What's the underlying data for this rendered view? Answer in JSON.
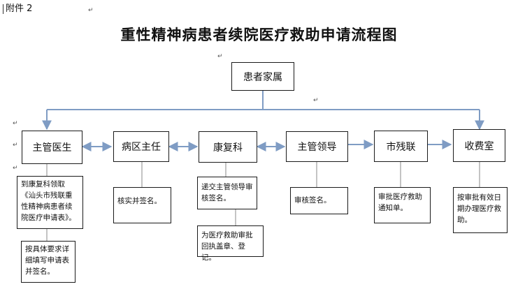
{
  "attachment_label": "附件 2",
  "title": "重性精神病患者续院医疗救助申请流程图",
  "nodes": {
    "family": "患者家属",
    "doctor": "主管医生",
    "ward_director": "病区主任",
    "rehab": "康复科",
    "leader": "主管领导",
    "disabled_fed": "市残联",
    "billing": "收费室"
  },
  "notes": {
    "doctor_1": "到康复科领取《汕头市残联重性精神病患者续院医疗申请表》。",
    "doctor_2": "按具体要求详细填写申请表并签名。",
    "ward_director": "核实并签名。",
    "rehab_1": "递交主管领导审核签名。",
    "rehab_2": "为医疗救助审批回执盖章、登记。",
    "leader": "审核签名。",
    "disabled_fed": "审批医疗救助通知单。",
    "billing": "按审批有效日期办理医疗救助。"
  },
  "colors": {
    "connector": "#7f9cc4",
    "border": "#1a1a1a"
  }
}
